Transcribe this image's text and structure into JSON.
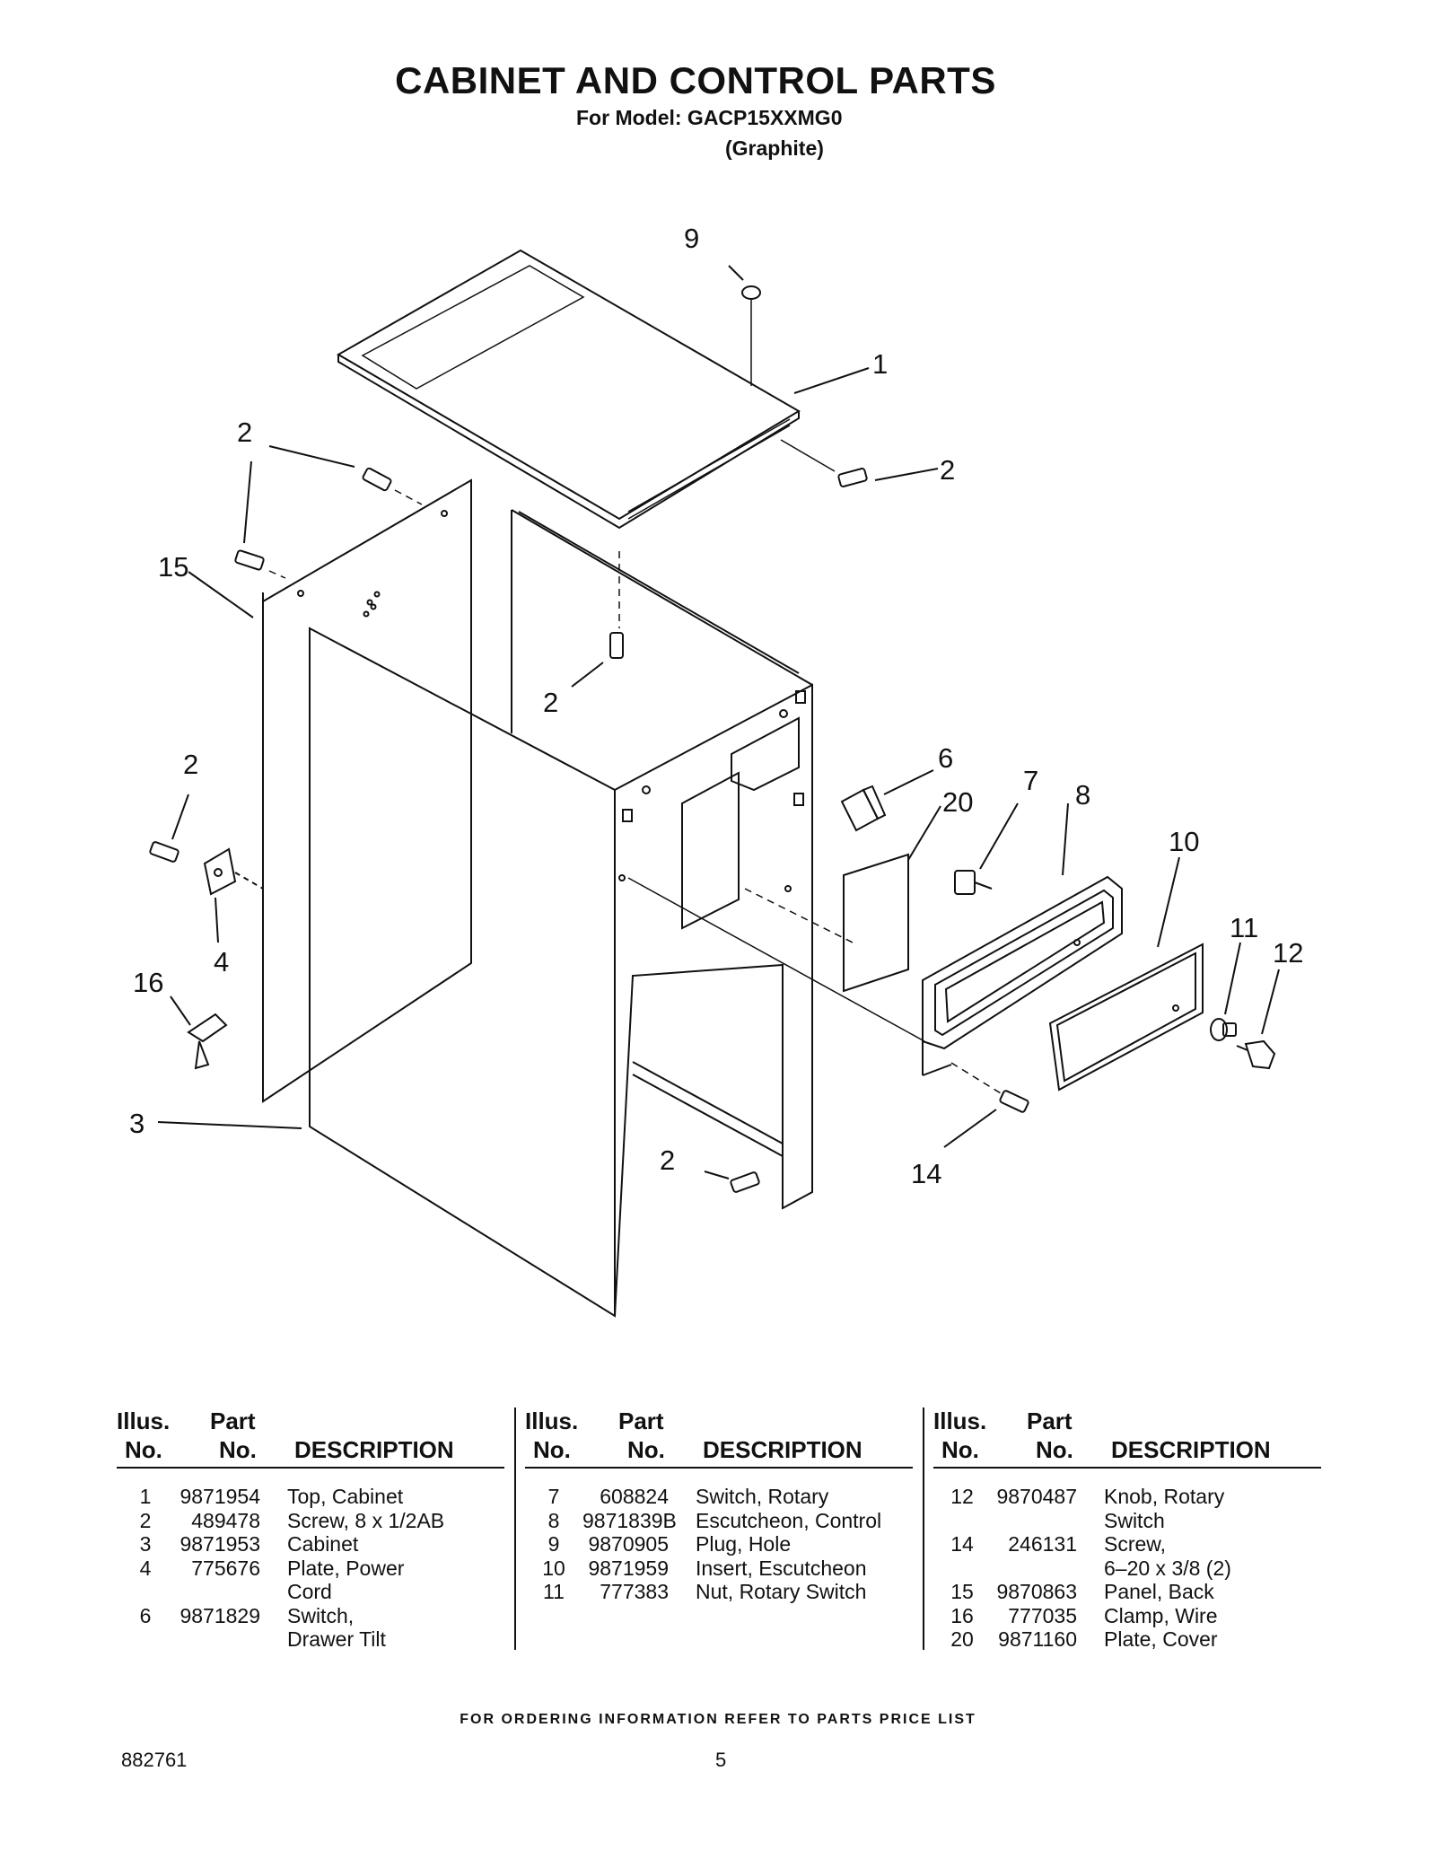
{
  "header": {
    "title": "CABINET AND CONTROL PARTS",
    "model_line": "For Model: GACP15XXMG0",
    "variant": "(Graphite)"
  },
  "diagram": {
    "callouts": [
      "9",
      "1",
      "2",
      "2",
      "15",
      "2",
      "2",
      "6",
      "20",
      "7",
      "8",
      "10",
      "4",
      "16",
      "11",
      "12",
      "3",
      "2",
      "14"
    ]
  },
  "table_headers": {
    "illus": "Illus.",
    "no": "No.",
    "part": "Part",
    "description": "DESCRIPTION"
  },
  "parts_columns": [
    [
      {
        "illus": "1",
        "part_no": "9871954",
        "desc": [
          "Top, Cabinet"
        ]
      },
      {
        "illus": "2",
        "part_no": "489478",
        "desc": [
          "Screw, 8 x 1/2AB"
        ]
      },
      {
        "illus": "3",
        "part_no": "9871953",
        "desc": [
          "Cabinet"
        ]
      },
      {
        "illus": "4",
        "part_no": "775676",
        "desc": [
          "Plate, Power",
          "Cord"
        ]
      },
      {
        "illus": "6",
        "part_no": "9871829",
        "desc": [
          "Switch,",
          "Drawer Tilt"
        ]
      }
    ],
    [
      {
        "illus": "7",
        "part_no": "608824",
        "desc": [
          "Switch, Rotary"
        ]
      },
      {
        "illus": "8",
        "part_no": "9871839B",
        "desc": [
          "Escutcheon, Control"
        ]
      },
      {
        "illus": "9",
        "part_no": "9870905",
        "desc": [
          "Plug, Hole"
        ]
      },
      {
        "illus": "10",
        "part_no": "9871959",
        "desc": [
          "Insert, Escutcheon"
        ]
      },
      {
        "illus": "11",
        "part_no": "777383",
        "desc": [
          "Nut, Rotary Switch"
        ]
      }
    ],
    [
      {
        "illus": "12",
        "part_no": "9870487",
        "desc": [
          "Knob, Rotary",
          "Switch"
        ]
      },
      {
        "illus": "14",
        "part_no": "246131",
        "desc": [
          "Screw,",
          "6–20 x 3/8 (2)"
        ]
      },
      {
        "illus": "15",
        "part_no": "9870863",
        "desc": [
          "Panel, Back"
        ]
      },
      {
        "illus": "16",
        "part_no": "777035",
        "desc": [
          "Clamp, Wire"
        ]
      },
      {
        "illus": "20",
        "part_no": "9871160",
        "desc": [
          "Plate, Cover"
        ]
      }
    ]
  ],
  "footer": {
    "note": "FOR ORDERING INFORMATION REFER TO PARTS PRICE LIST",
    "doc_number": "882761",
    "page_number": "5"
  }
}
